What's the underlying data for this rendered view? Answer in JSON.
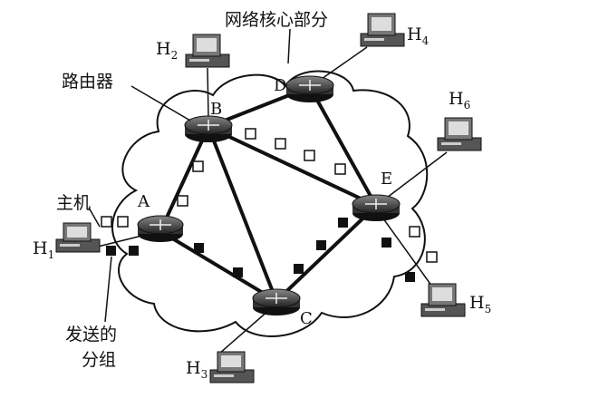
{
  "title": "网络核心部分",
  "labels": {
    "router": "路由器",
    "host": "主机",
    "sent_packets_line1": "发送的",
    "sent_packets_line2": "分组"
  },
  "routers": [
    {
      "id": "A",
      "label": "A"
    },
    {
      "id": "B",
      "label": "B"
    },
    {
      "id": "C",
      "label": "C"
    },
    {
      "id": "D",
      "label": "D"
    },
    {
      "id": "E",
      "label": "E"
    }
  ],
  "hosts": [
    {
      "id": "H1",
      "base": "H",
      "sub": "1"
    },
    {
      "id": "H2",
      "base": "H",
      "sub": "2"
    },
    {
      "id": "H3",
      "base": "H",
      "sub": "3"
    },
    {
      "id": "H4",
      "base": "H",
      "sub": "4"
    },
    {
      "id": "H5",
      "base": "H",
      "sub": "5"
    },
    {
      "id": "H6",
      "base": "H",
      "sub": "6"
    }
  ],
  "links": [
    [
      "A",
      "B"
    ],
    [
      "A",
      "C"
    ],
    [
      "B",
      "C"
    ],
    [
      "B",
      "D"
    ],
    [
      "B",
      "E"
    ],
    [
      "D",
      "E"
    ],
    [
      "C",
      "E"
    ],
    [
      "H1",
      "A"
    ],
    [
      "H2",
      "B"
    ],
    [
      "H3",
      "C"
    ],
    [
      "H4",
      "D"
    ],
    [
      "H5",
      "E"
    ],
    [
      "H6",
      "E"
    ]
  ],
  "colors": {
    "ink": "#111111",
    "cloud": "#ffffff"
  }
}
